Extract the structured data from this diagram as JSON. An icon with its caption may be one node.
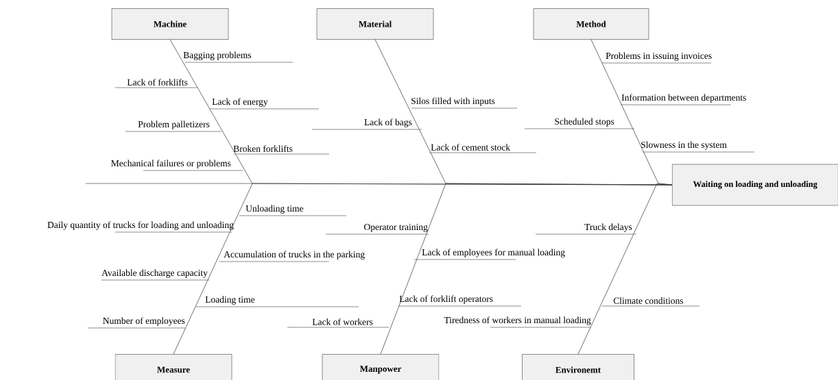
{
  "diagram": {
    "nodes": [
      {
        "text": [
          "Machine"
        ]
      },
      {
        "text": [
          "Material"
        ]
      },
      {
        "text": [
          "Method"
        ]
      },
      {
        "text": [
          "Waiting on loading and unloading"
        ]
      },
      {
        "text": [
          "Measure"
        ]
      },
      {
        "text": [
          "Manpower"
        ]
      },
      {
        "text": [
          "Environemt"
        ]
      }
    ],
    "edges": [
      {
        "from": 0,
        "to": 3,
        "arrow": "none"
      },
      {
        "from": 1,
        "to": 3,
        "arrow": "none"
      },
      {
        "from": 2,
        "to": 3,
        "arrow": "none"
      },
      {
        "from": 4,
        "to": 3,
        "arrow": "none"
      },
      {
        "from": 5,
        "to": 3,
        "arrow": "none"
      },
      {
        "from": 6,
        "to": 3,
        "arrow": "none"
      }
    ],
    "labels": [
      "Bagging problems",
      "Lack of forklifts",
      "Lack of energy",
      "Problem palletizers",
      "Broken forklifts",
      "Mechanical failures or problems",
      "Silos filled with inputs",
      "Lack of bags",
      "Lack of cement stock",
      "Problems in issuing invoices",
      "Information between departments",
      "Scheduled stops",
      "Slowness in the system",
      "Unloading time",
      "Daily quantity of trucks for loading and unloading",
      "Operator training",
      "Accumulation of trucks in the parking",
      "Lack of employees for manual loading",
      "Available discharge capacity",
      "Loading time",
      "Lack of forklift operators",
      "Number of employees",
      "Lack of workers",
      "Tiredness of workers in manual loading",
      "Truck delays",
      "Climate conditions"
    ]
  }
}
